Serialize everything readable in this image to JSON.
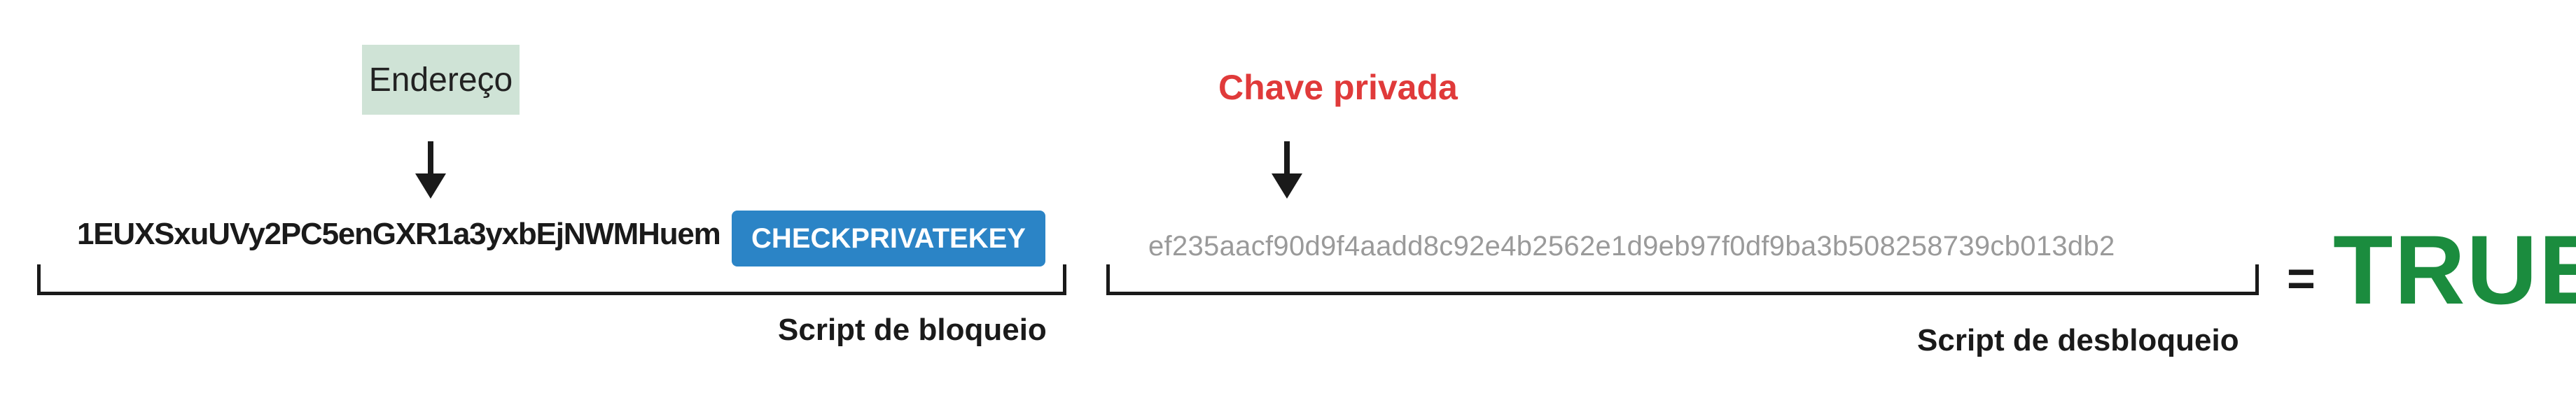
{
  "labels": {
    "address": "Endereço",
    "private_key": "Chave privada"
  },
  "locking_script": {
    "address": "1EUXSxuUVy2PC5enGXR1a3yxbEjNWMHuem",
    "opcode": "CHECKPRIVATEKEY",
    "caption": "Script de bloqueio"
  },
  "unlocking_script": {
    "private_key": "ef235aacf90d9f4aadd8c92e4b2562e1d9eb97f0df9ba3b508258739cb013db2",
    "caption": "Script de desbloqueio"
  },
  "result": {
    "equals": "=",
    "value": "TRUE"
  },
  "colors": {
    "address_highlight": "#cfe3d6",
    "private_key_label": "#e03a3a",
    "opcode_bg": "#2b84c6",
    "key_text": "#9a9a9a",
    "result": "#1b8c3e"
  }
}
